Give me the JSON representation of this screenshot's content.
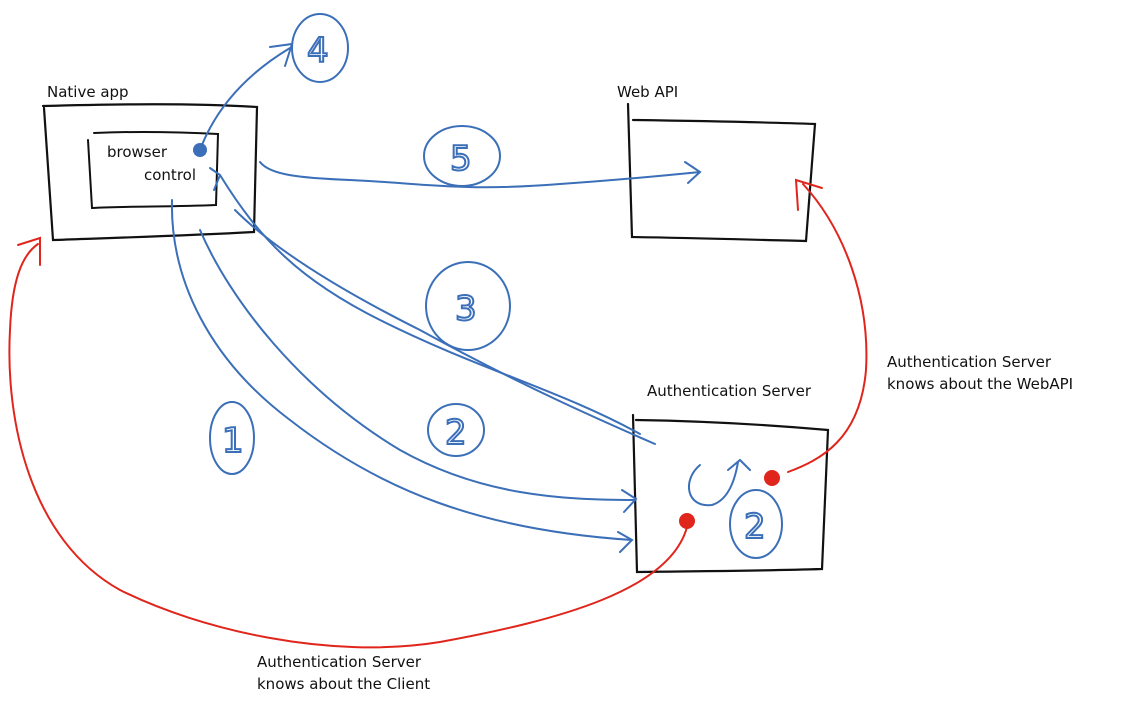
{
  "colors": {
    "ink": "#111111",
    "blue": "#3b6fb8",
    "red": "#e0261c"
  },
  "boxes": {
    "native_app": "Native app",
    "browser_line1": "browser",
    "browser_line2": "control",
    "web_api": "Web API",
    "auth_server": "Authentication Server"
  },
  "notes": {
    "webapi_line1": "Authentication Server",
    "webapi_line2": "knows about the WebAPI",
    "client_line1": "Authentication Server",
    "client_line2": "knows about the Client"
  },
  "steps": [
    "1",
    "2",
    "3",
    "4",
    "5",
    "2"
  ]
}
